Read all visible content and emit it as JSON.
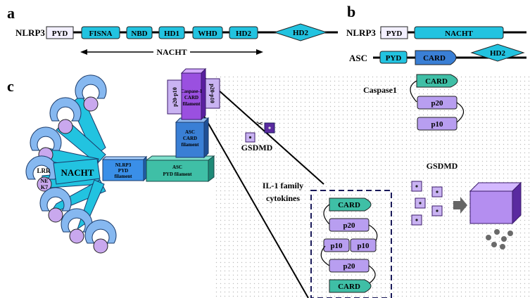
{
  "panels": {
    "a": "a",
    "b": "b",
    "c": "c"
  },
  "panel_a": {
    "protein": "NLRP3",
    "domains": [
      "PYD",
      "FISNA",
      "NBD",
      "HD1",
      "WHD",
      "HD2",
      "HD2"
    ],
    "nacht_label": "NACHT"
  },
  "panel_b": {
    "nlrp3": "NLRP3",
    "nlrp3_domains": [
      "PYD",
      "NACHT"
    ],
    "asc": "ASC",
    "asc_domains": [
      "PYD",
      "CARD",
      "HD2"
    ],
    "caspase1": "Caspase1",
    "caspase1_domains": [
      "CARD",
      "p20",
      "p10"
    ]
  },
  "panel_c": {
    "lrr": "LRR",
    "nek7_line1": "NE",
    "nek7_line2": "K7",
    "nacht": "NACHT",
    "nlrp3_filament": [
      "NLRP3",
      "PYD",
      "filament"
    ],
    "asc_pyd_filament": [
      "ASC",
      "PYD filament"
    ],
    "asc_card_filament": [
      "ASC",
      "CARD",
      "filament"
    ],
    "casp1_filament": [
      "Caspase-1",
      "CARD",
      "filament"
    ],
    "p20p10_left": "p20-p10",
    "p20p10_right": "p20-p10",
    "gsdmd_small": "GSDMD",
    "il1": [
      "IL-1 family",
      "cytokines"
    ],
    "gsdmd_right": "GSDMD",
    "zoom_domains": [
      "CARD",
      "p20",
      "p10",
      "p10",
      "p20",
      "CARD"
    ]
  },
  "colors": {
    "cyan": "#22c3e0",
    "teal": "#3fbfa6",
    "blue": "#3a7fd5",
    "purple": "#9a50e0",
    "lavender": "#b89ef0",
    "dashed_box": "#1a1a5a"
  }
}
